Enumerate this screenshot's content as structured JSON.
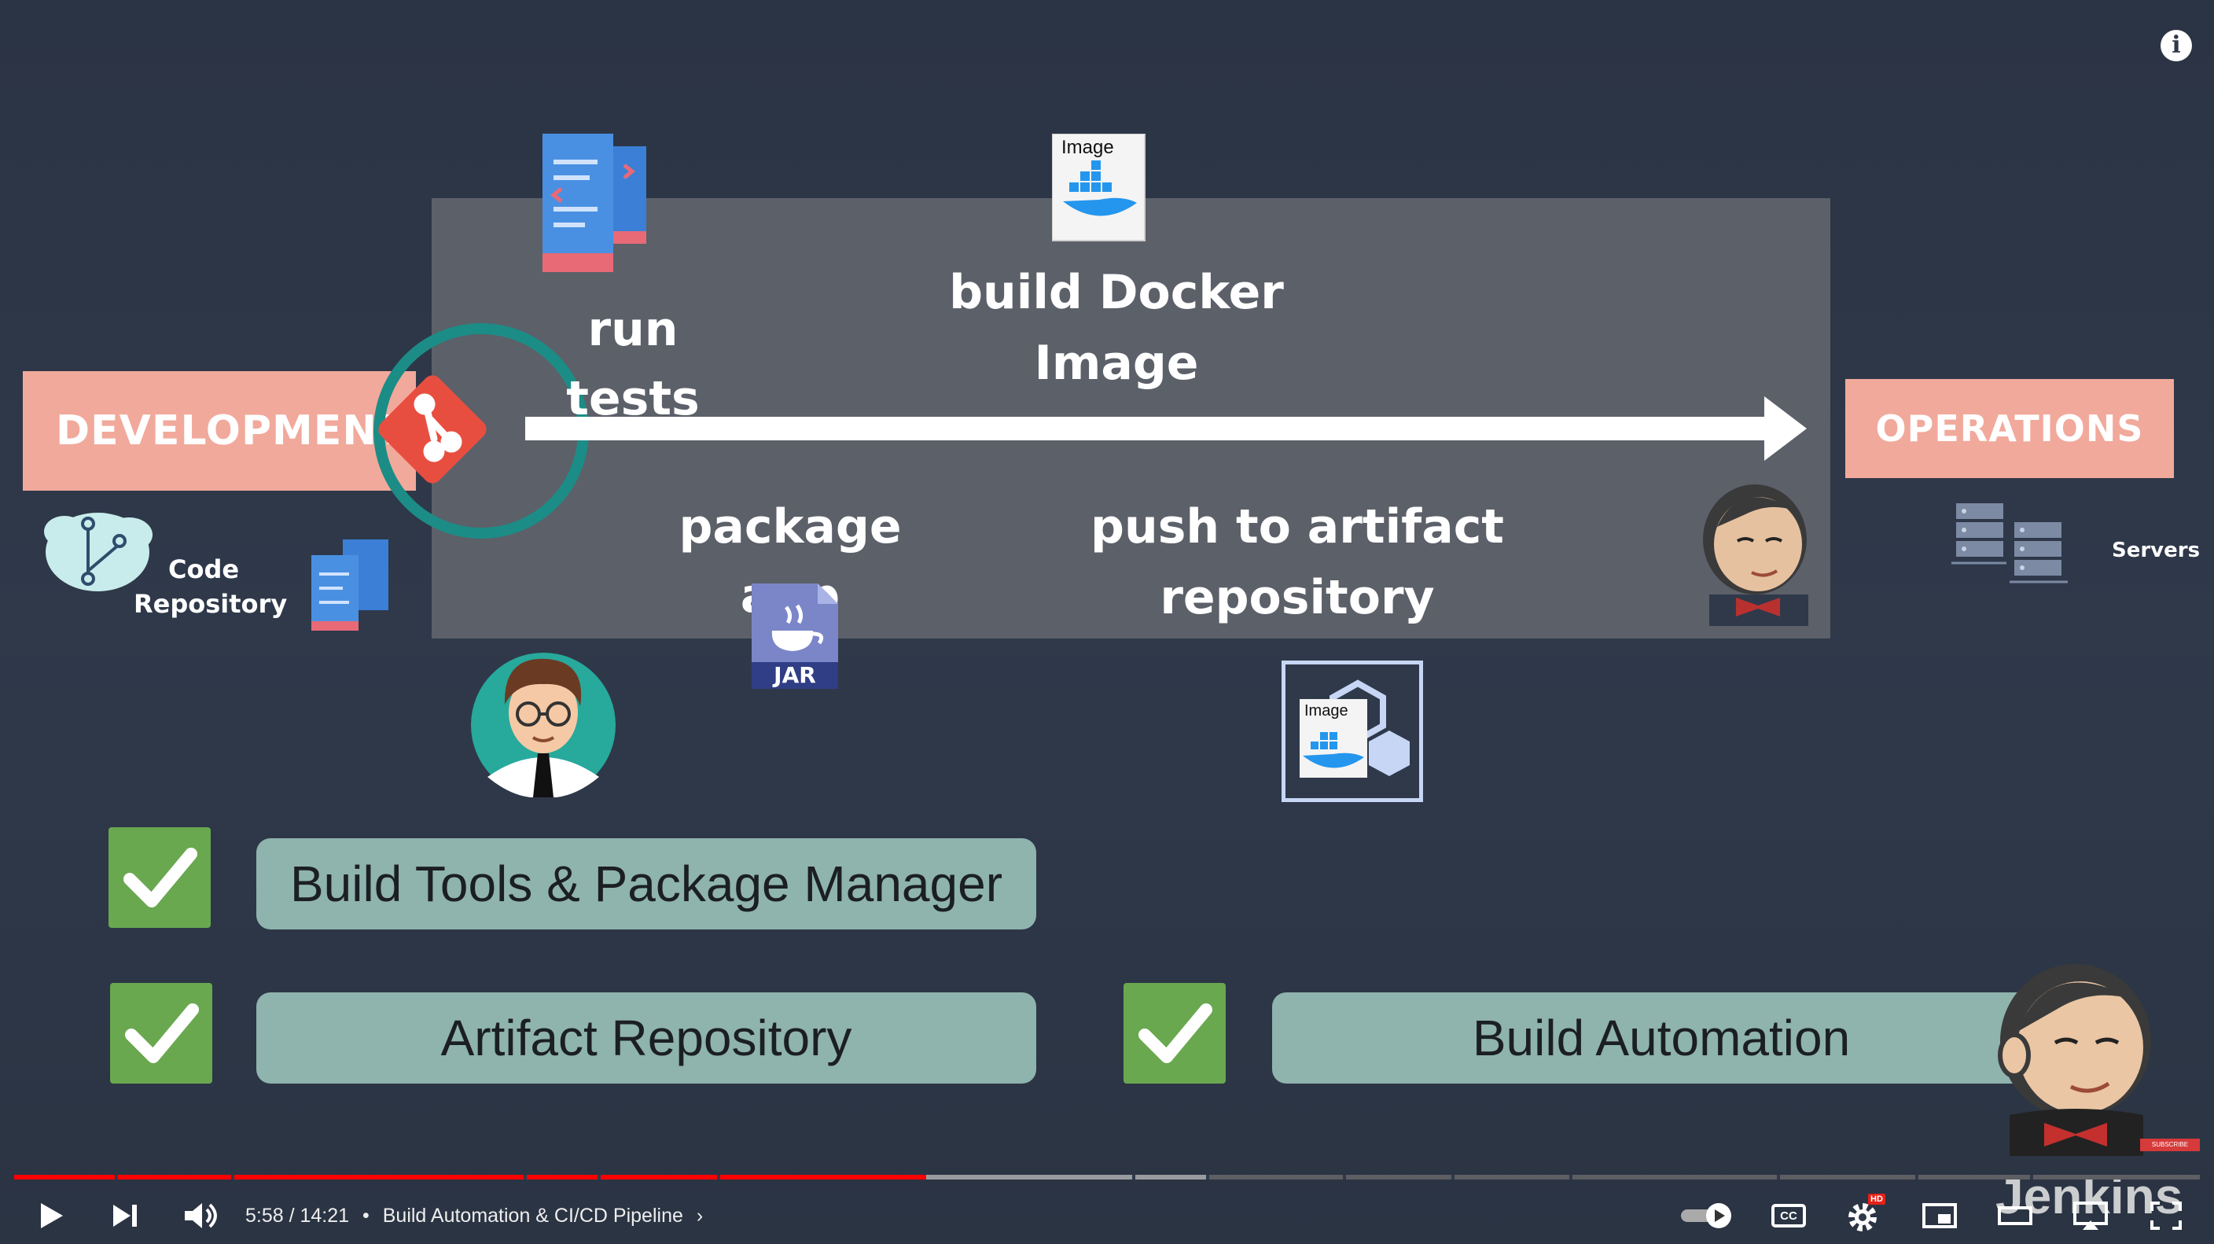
{
  "video": {
    "stages": {
      "development": "DEVELOPMENT",
      "operations": "OPERATIONS",
      "run_tests": "run tests",
      "build_docker_line1": "build Docker",
      "build_docker_line2": "Image",
      "package_app": "package app",
      "push_line1": "push to artifact",
      "push_line2": "repository"
    },
    "captions": {
      "code_line1": "Code",
      "code_line2": "Repository",
      "servers": "Servers",
      "image_label": "Image",
      "image_label_small": "Image",
      "jar_label": "JAR"
    },
    "checklist": {
      "item1": "Build Tools & Package Manager",
      "item2": "Artifact Repository",
      "item3": "Build Automation"
    },
    "watermark": "Jenkins",
    "subscribe_badge": "SUBSCRIBE"
  },
  "player": {
    "current_time": "5:58",
    "duration": "14:21",
    "time_display": "5:58 / 14:21",
    "separator": "•",
    "chapter_title": "Build Automation & CI/CD Pipeline",
    "progress_fraction": 0.416,
    "hd_badge": "HD",
    "info_glyph": "i",
    "cc_label": "CC"
  },
  "colors": {
    "background": "#2f394a",
    "stage_box": "#5c6069",
    "stage_pill": "#f1a99b",
    "check_green": "#69a84f",
    "tool_pill": "#8fb3ad",
    "progress_red": "#ff0000",
    "git_ring": "#1c8c86",
    "git_diamond": "#e84e40"
  }
}
